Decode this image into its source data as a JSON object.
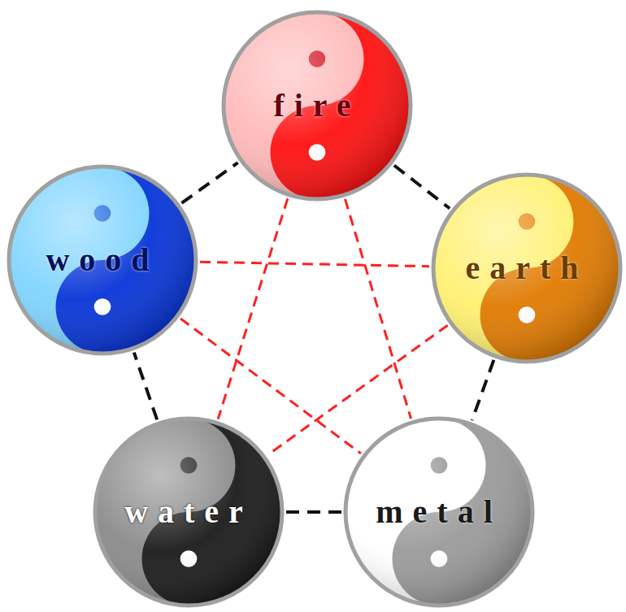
{
  "diagram": {
    "nodes": [
      {
        "text": [
          "fire"
        ]
      },
      {
        "text": [
          "wood"
        ]
      },
      {
        "text": [
          "earth"
        ]
      },
      {
        "text": [
          "water"
        ]
      },
      {
        "text": [
          "metal"
        ]
      }
    ],
    "edges": [
      {
        "from": 1,
        "to": 0,
        "arrow": "none"
      },
      {
        "from": 0,
        "to": 2,
        "arrow": "none"
      },
      {
        "from": 2,
        "to": 4,
        "arrow": "none"
      },
      {
        "from": 4,
        "to": 3,
        "arrow": "none"
      },
      {
        "from": 3,
        "to": 1,
        "arrow": "none"
      },
      {
        "from": 0,
        "to": 3,
        "arrow": "none"
      },
      {
        "from": 0,
        "to": 4,
        "arrow": "none"
      },
      {
        "from": 1,
        "to": 2,
        "arrow": "none"
      },
      {
        "from": 1,
        "to": 4,
        "arrow": "none"
      },
      {
        "from": 2,
        "to": 3,
        "arrow": "none"
      }
    ]
  }
}
